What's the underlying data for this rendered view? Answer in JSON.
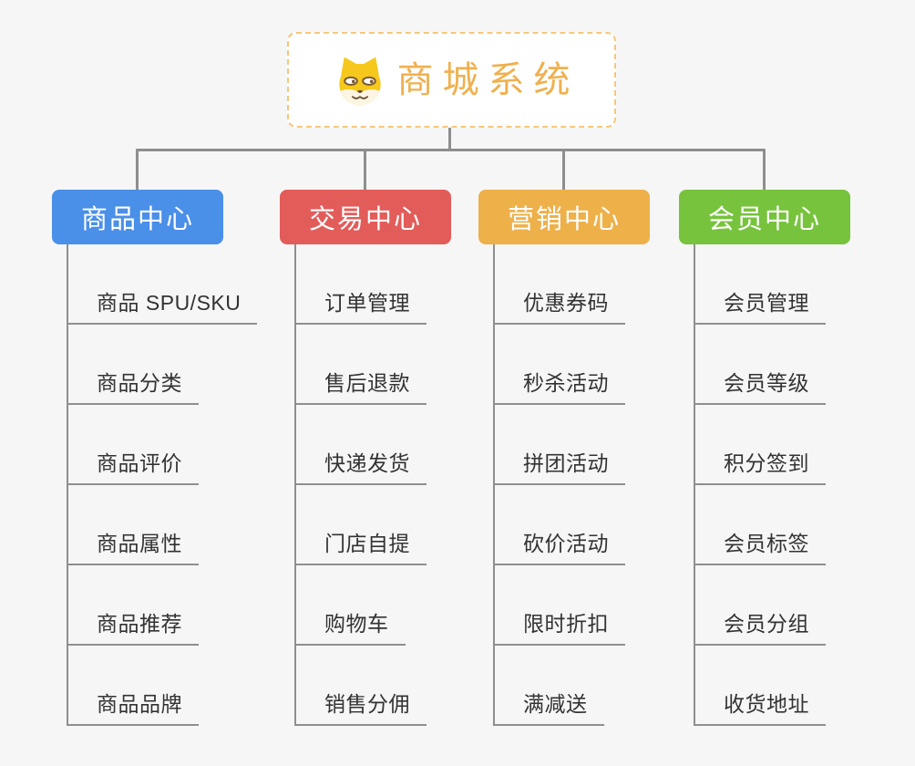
{
  "page": {
    "background_color": "#f5f6f5",
    "connector_color": "#8e8e8e"
  },
  "root": {
    "title": "商城系统",
    "icon": "shiba-dog-icon",
    "text_color": "#f0b04e",
    "border_color": "#f4c77c"
  },
  "branches": [
    {
      "label": "商品中心",
      "color": "#4a8fe8",
      "items": [
        "商品 SPU/SKU",
        "商品分类",
        "商品评价",
        "商品属性",
        "商品推荐",
        "商品品牌"
      ]
    },
    {
      "label": "交易中心",
      "color": "#e25c5a",
      "items": [
        "订单管理",
        "售后退款",
        "快递发货",
        "门店自提",
        "购物车",
        "销售分佣"
      ]
    },
    {
      "label": "营销中心",
      "color": "#eeb049",
      "items": [
        "优惠券码",
        "秒杀活动",
        "拼团活动",
        "砍价活动",
        "限时折扣",
        "满减送"
      ]
    },
    {
      "label": "会员中心",
      "color": "#77c33d",
      "items": [
        "会员管理",
        "会员等级",
        "积分签到",
        "会员标签",
        "会员分组",
        "收货地址"
      ]
    }
  ]
}
